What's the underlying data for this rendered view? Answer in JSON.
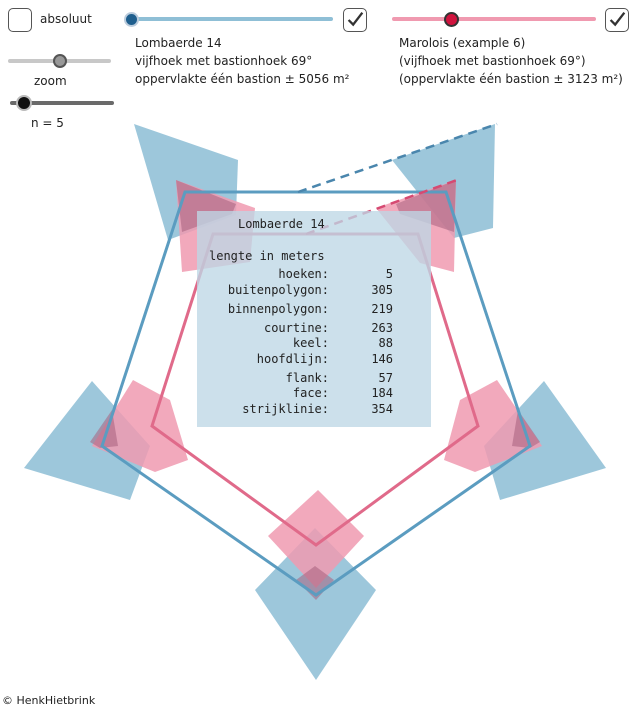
{
  "controls": {
    "absolute_label": "absoluut",
    "zoom_label": "zoom",
    "n_label": "n = 5"
  },
  "left_fort": {
    "title": "Lombaerde 14",
    "line2": "vijfhoek  met bastionhoek 69°",
    "line3": "oppervlakte één bastion ± 5056 m²",
    "color": "#4a90b8",
    "checked": true
  },
  "right_fort": {
    "title": "Marolois (example 6)",
    "line2": "(vijfhoek  met bastionhoek 69°)",
    "line3": "(oppervlakte één bastion ± 3123 m²)",
    "color": "#e8537a",
    "checked": true
  },
  "table": {
    "title": "Lombaerde 14",
    "heading": "lengte in meters",
    "rows": [
      {
        "name": "hoeken:",
        "value": "5"
      },
      {
        "name": "buitenpolygon:",
        "value": "305"
      },
      {
        "name": "binnenpolygon:",
        "value": "219"
      },
      {
        "name": "courtine:",
        "value": "263"
      },
      {
        "name": "keel:",
        "value": "88"
      },
      {
        "name": "hoofdlijn:",
        "value": "146"
      },
      {
        "name": "flank:",
        "value": "57"
      },
      {
        "name": "face:",
        "value": "184"
      },
      {
        "name": "strijklinie:",
        "value": "354"
      }
    ]
  },
  "credit": "© HenkHietbrink",
  "colors": {
    "blue_fill": "#8fbfd6",
    "pink_fill": "#f09ab0",
    "blue_line": "#5b9cc0",
    "pink_line": "#e06a8a"
  }
}
